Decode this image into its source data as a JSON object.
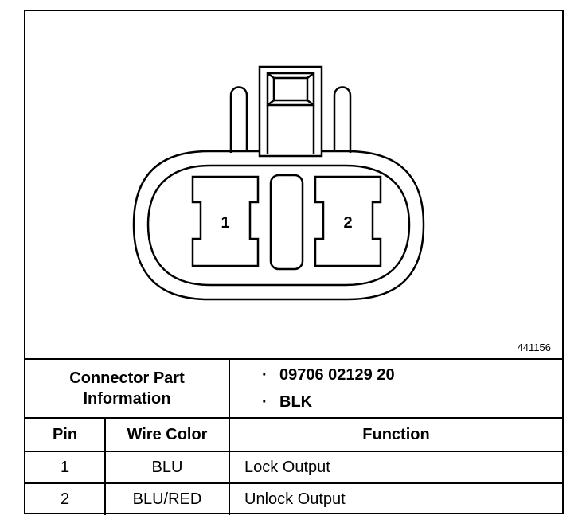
{
  "diagram": {
    "pin_labels": [
      "1",
      "2"
    ],
    "figure_number": "441156"
  },
  "connector_info": {
    "label": "Connector Part Information",
    "values": [
      "09706 02129 20",
      "BLK"
    ]
  },
  "table": {
    "headers": [
      "Pin",
      "Wire Color",
      "Function"
    ],
    "rows": [
      [
        "1",
        "BLU",
        "Lock Output"
      ],
      [
        "2",
        "BLU/RED",
        "Unlock Output"
      ]
    ]
  }
}
